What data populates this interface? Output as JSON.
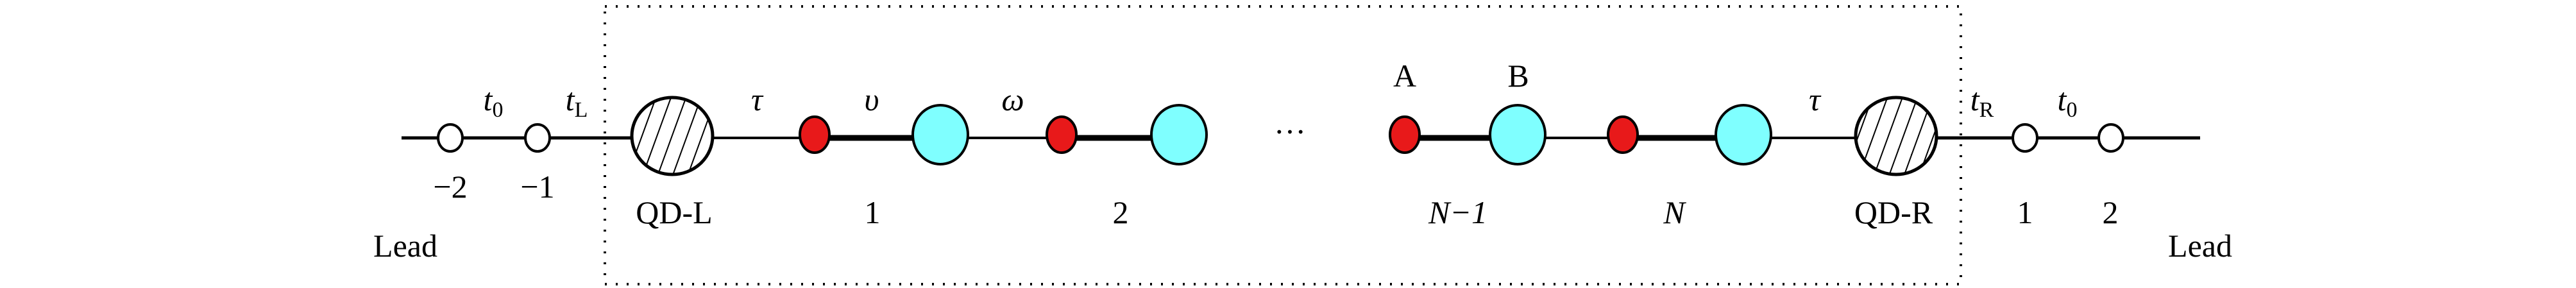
{
  "colors": {
    "site_a": "#e8191a",
    "site_b": "#7fffff",
    "lead_site": "#ffffff",
    "line": "#000000"
  },
  "left_lead": {
    "hopping_t0": {
      "base": "t",
      "sub": "0"
    },
    "hopping_tL": {
      "base": "t",
      "sub": "L"
    },
    "sites": [
      "−2",
      "−1"
    ],
    "label": "Lead"
  },
  "right_lead": {
    "hopping_tR": {
      "base": "t",
      "sub": "R"
    },
    "hopping_t0": {
      "base": "t",
      "sub": "0"
    },
    "sites": [
      "1",
      "2"
    ],
    "label": "Lead"
  },
  "dots": {
    "left": "QD-L",
    "right": "QD-R"
  },
  "couplings": {
    "tau_left": "τ",
    "upsilon": "υ",
    "omega": "ω",
    "tau_right": "τ"
  },
  "sublattice": {
    "a": "A",
    "b": "B"
  },
  "ellipsis": "···",
  "cells": [
    "1",
    "2",
    "N−1",
    "N"
  ]
}
